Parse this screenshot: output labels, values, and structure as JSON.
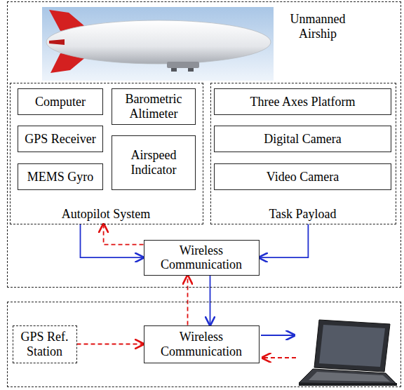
{
  "diagram": {
    "nodes": [
      {
        "text": [
          "Unmanned Airship"
        ]
      },
      {
        "text": [
          "Autopilot System"
        ],
        "in": 0
      },
      {
        "text": [
          "Computer"
        ],
        "in": 1
      },
      {
        "text": [
          "Barometric Altimeter"
        ],
        "in": 1
      },
      {
        "text": [
          "GPS Receiver"
        ],
        "in": 1
      },
      {
        "text": [
          "MEMS Gyro"
        ],
        "in": 1
      },
      {
        "text": [
          "Airspeed Indicator"
        ],
        "in": 1
      },
      {
        "text": [
          "Task Payload"
        ],
        "in": 0
      },
      {
        "text": [
          "Three Axes Platform"
        ],
        "in": 7
      },
      {
        "text": [
          "Digital Camera"
        ],
        "in": 7
      },
      {
        "text": [
          "Video Camera"
        ],
        "in": 7
      },
      {
        "text": [
          "Wireless Communication"
        ],
        "in": 0
      },
      {
        "text": []
      },
      {
        "text": [
          "GPS Ref. Station"
        ],
        "in": 12
      },
      {
        "text": [
          "Wireless Communication"
        ],
        "in": 12
      }
    ],
    "edges": [
      {
        "from": 1,
        "to": 11,
        "arrow": "to"
      },
      {
        "from": 11,
        "to": 1,
        "arrow": "to"
      },
      {
        "from": 7,
        "to": 11,
        "arrow": "to"
      },
      {
        "from": 11,
        "to": 14,
        "arrow": "to"
      },
      {
        "from": 14,
        "to": 11,
        "arrow": "to"
      },
      {
        "from": 13,
        "to": 14,
        "arrow": "to"
      }
    ]
  }
}
